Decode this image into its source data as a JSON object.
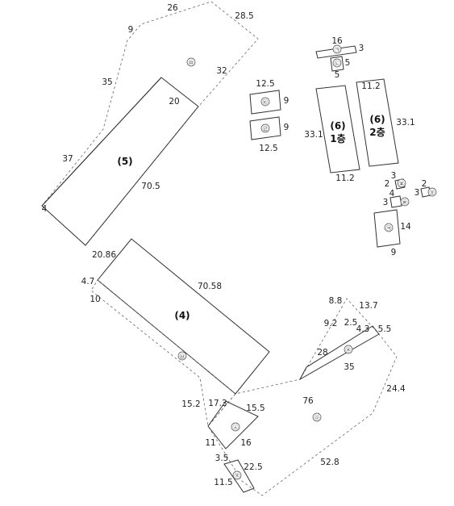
{
  "labels": {
    "b5": "(5)",
    "b4": "(4)",
    "b6a_no": "(6)",
    "b6a_fl": "1층",
    "b6b_no": "(6)",
    "b6b_fl": "2층"
  },
  "circled": {
    "c1": "㉠",
    "c2": "㉡",
    "c3": "㉢",
    "c4": "㉣",
    "c5": "㉤",
    "c6": "㉥",
    "c7": "㉦",
    "c8": "㉧",
    "c9": "㉨",
    "c10": "㉩",
    "c11": "㉪",
    "c12": "㉫",
    "c13": "㉬",
    "c14": "㉭"
  },
  "dims": {
    "d1": "26",
    "d2": "28.5",
    "d3": "9",
    "d4": "35",
    "d5": "32",
    "d6": "20",
    "d7": "37",
    "d8": "4",
    "d9": "70.5",
    "d10": "16",
    "d11": "3",
    "d12": "5",
    "d13": "5",
    "d14": "12.5",
    "d15": "9",
    "d16": "9",
    "d17": "12.5",
    "d18": "11.2",
    "d19": "33.1",
    "d20": "33.1",
    "d21": "11.2",
    "d22": "3",
    "d23": "2",
    "d24": "2",
    "d25": "3",
    "d26": "4",
    "d27": "3",
    "d28": "14",
    "d29": "9",
    "d30": "20.86",
    "d31": "4.7",
    "d32": "10",
    "d33": "70.58",
    "d34": "8.8",
    "d35": "13.7",
    "d36": "9.2",
    "d37": "2.5",
    "d38": "4.3",
    "d39": "5.5",
    "d40": "28",
    "d41": "35",
    "d42": "24.4",
    "d43": "76",
    "d44": "15.2",
    "d45": "17.3",
    "d46": "15.5",
    "d47": "11",
    "d48": "16",
    "d49": "3.5",
    "d50": "22.5",
    "d51": "11.5",
    "d52": "52.8"
  }
}
